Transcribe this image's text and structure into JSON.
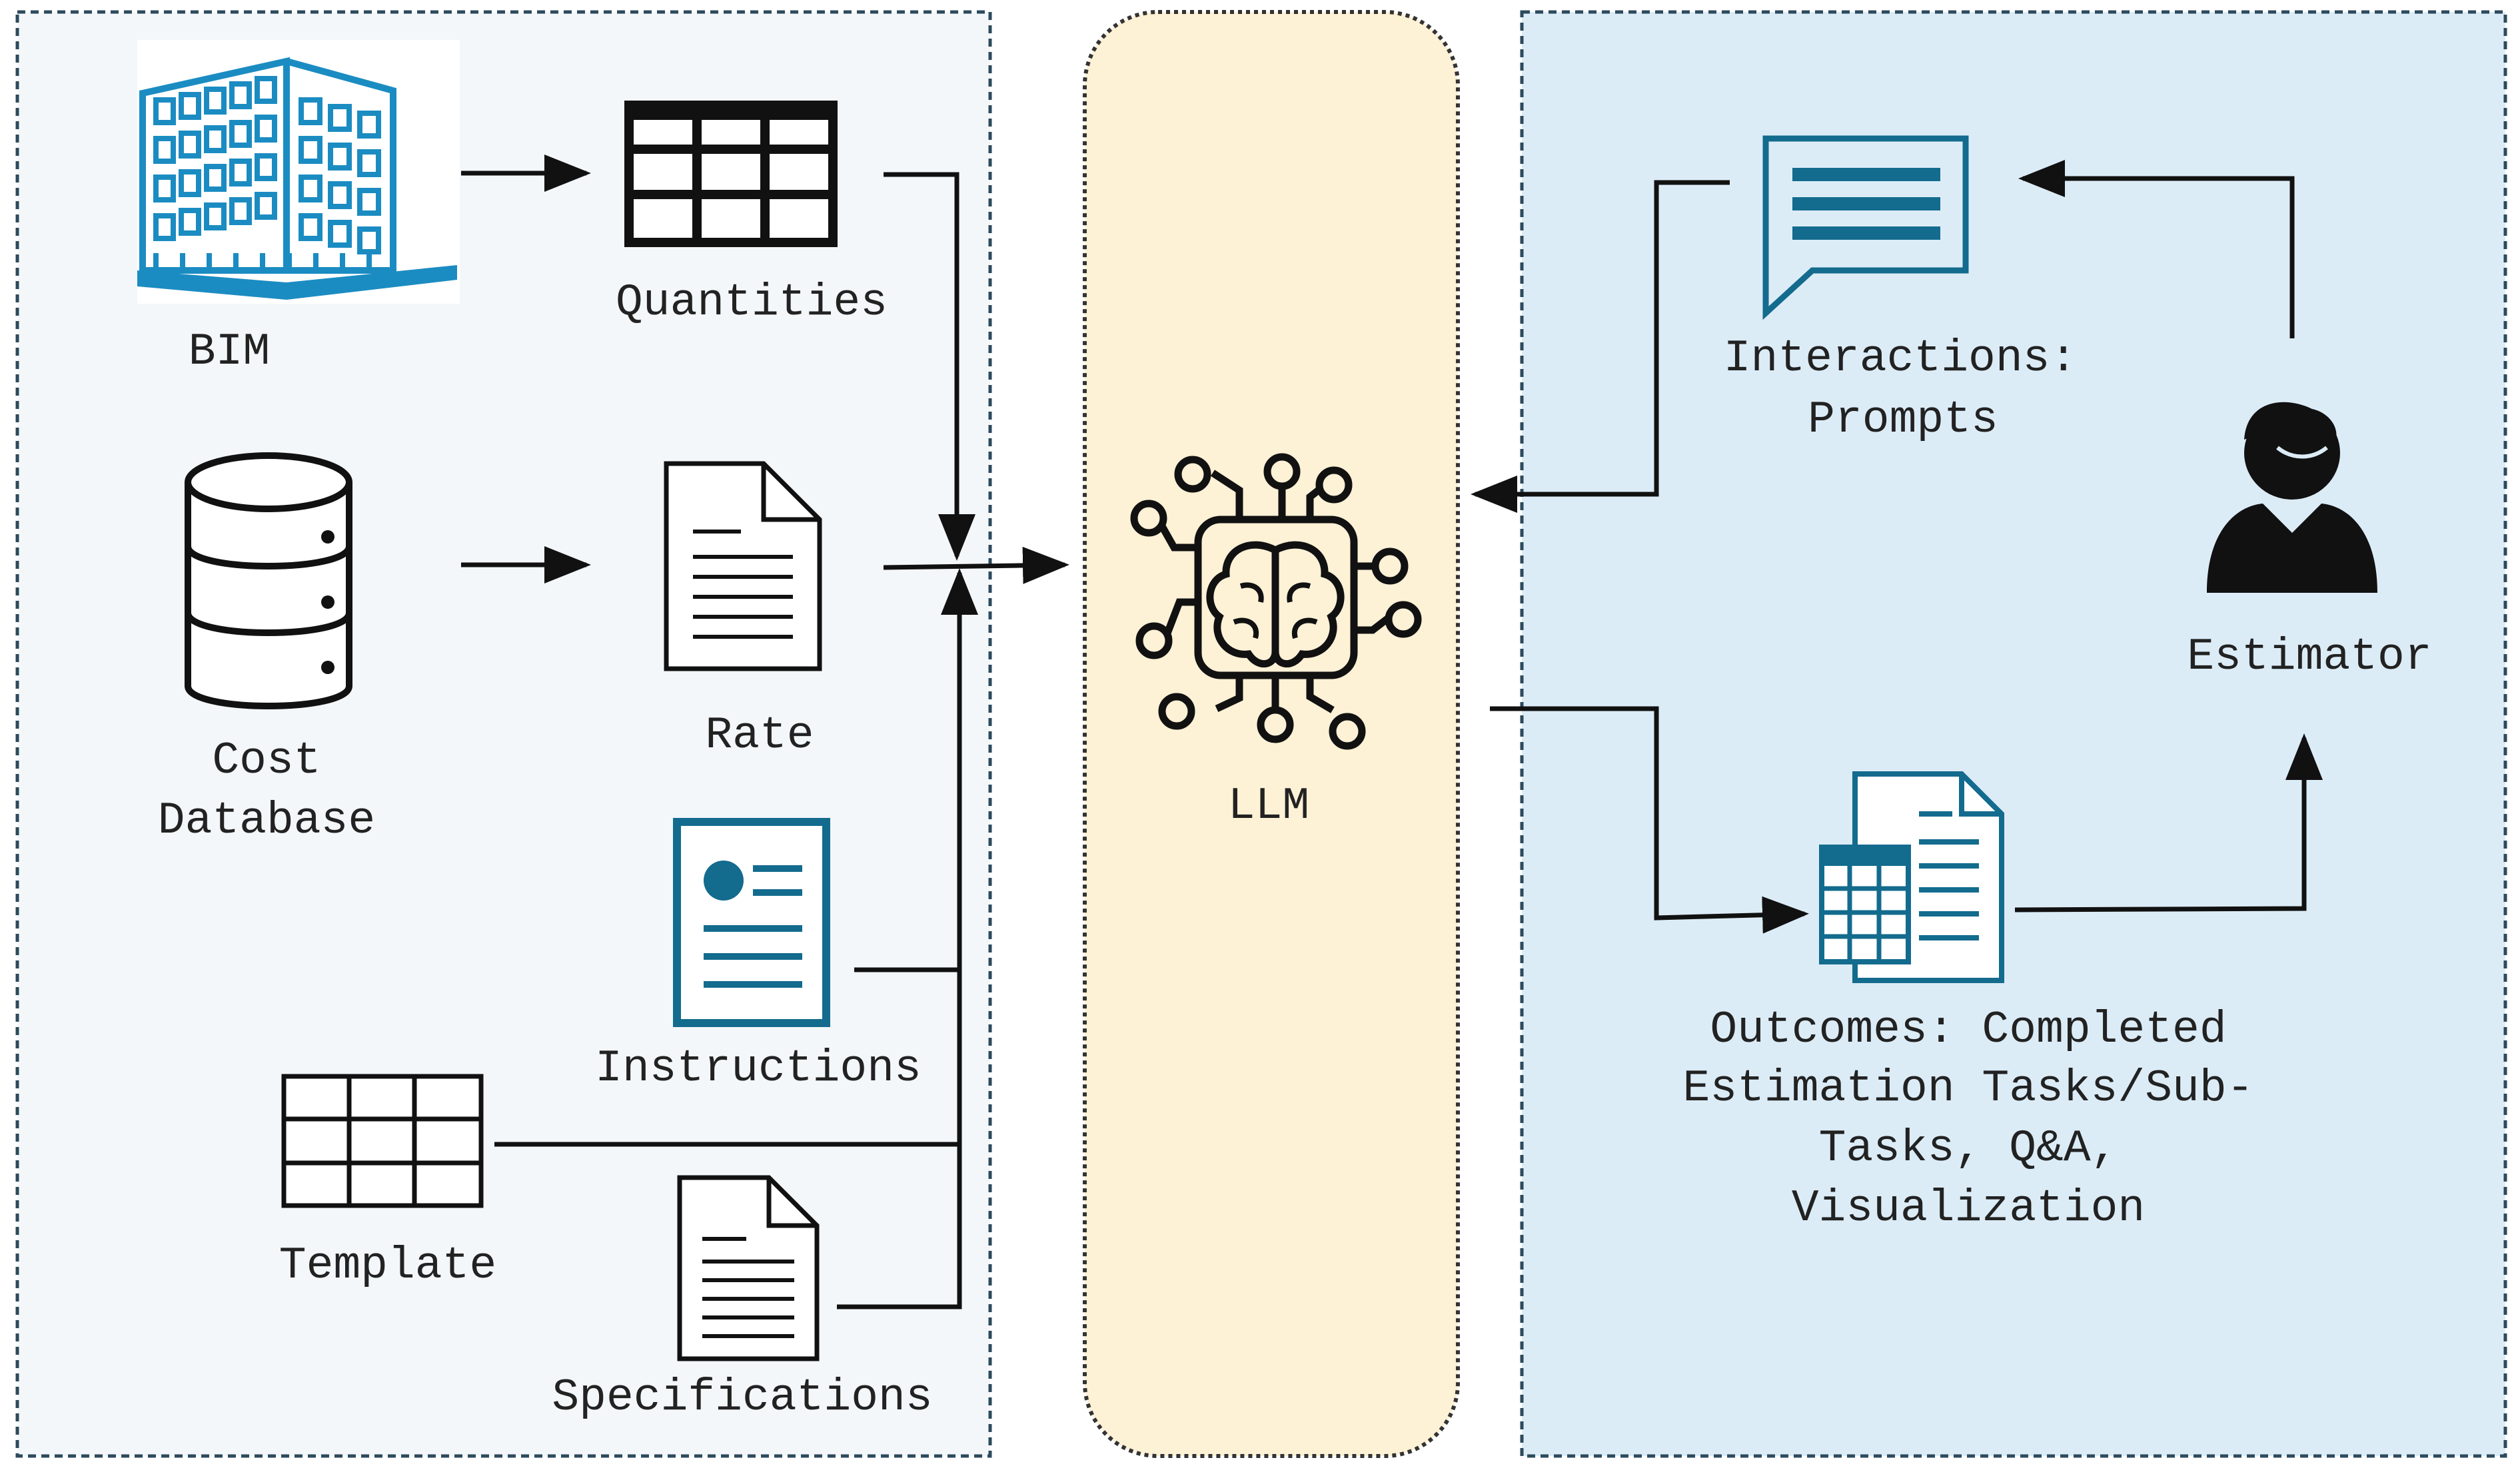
{
  "inputs": {
    "bim": "BIM",
    "quantities": "Quantities",
    "cost_database": [
      "Cost",
      "Database"
    ],
    "rate": "Rate",
    "instructions": "Instructions",
    "template": "Template",
    "specifications": "Specifications"
  },
  "llm": {
    "label": "LLM"
  },
  "interaction": {
    "prompts": [
      "Interactions:",
      "Prompts"
    ],
    "estimator": "Estimator",
    "outcomes": [
      "Outcomes: Completed",
      "Estimation Tasks/Sub-",
      "Tasks, Q&A,",
      "Visualization"
    ]
  },
  "colors": {
    "left_panel_bg": "#f3f7f9",
    "llm_panel_bg": "#fdf1d6",
    "right_panel_bg": "#dcecf7",
    "icon_blue": "#1b8cc2",
    "icon_teal": "#136b8e",
    "line": "#111111"
  },
  "icons": [
    "building-icon",
    "table-icon",
    "database-icon",
    "document-icon",
    "instructions-card-icon",
    "grid-template-icon",
    "ai-brain-chip-icon",
    "chat-bubble-icon",
    "person-icon",
    "spreadsheet-report-icon"
  ]
}
